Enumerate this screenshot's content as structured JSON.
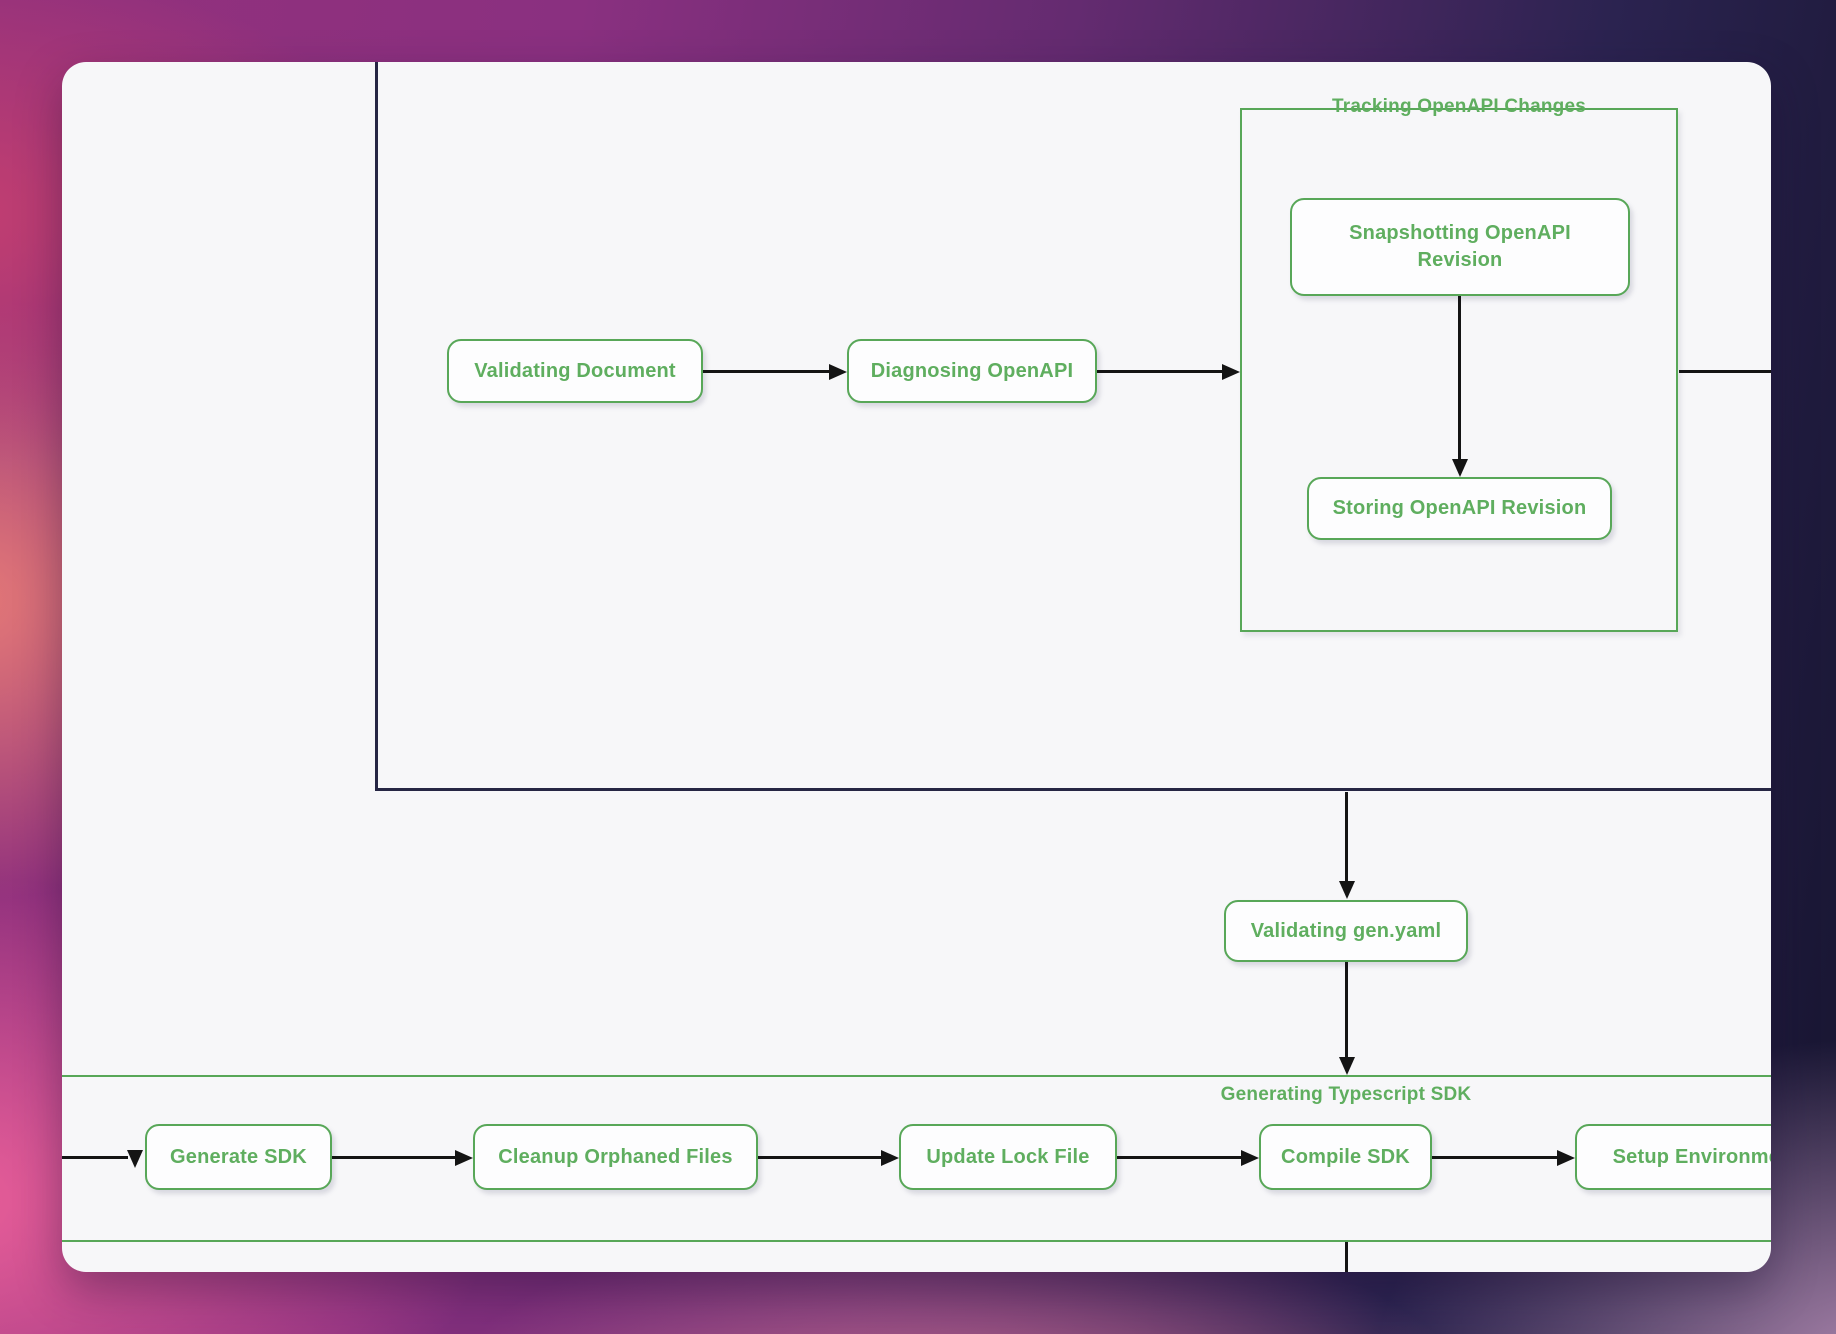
{
  "colors": {
    "green_border": "#58a758",
    "green_text": "#5fae5f",
    "dark_line": "#262644",
    "arrow": "#141414",
    "card_bg": "#f7f7f9"
  },
  "diagram": {
    "nodes": {
      "validating_document": "Validating Document",
      "diagnosing_openapi": "Diagnosing OpenAPI",
      "snapshotting_revision": "Snapshotting OpenAPI Revision",
      "storing_revision": "Storing OpenAPI Revision",
      "validating_gen_yaml": "Validating gen.yaml",
      "generate_sdk": "Generate SDK",
      "cleanup_orphaned_files": "Cleanup Orphaned Files",
      "update_lock_file": "Update Lock File",
      "compile_sdk": "Compile SDK",
      "setup_environment": "Setup Environment"
    },
    "groups": {
      "tracking_title": "Tracking OpenAPI Changes",
      "sdk_band_title": "Generating Typescript SDK"
    }
  }
}
